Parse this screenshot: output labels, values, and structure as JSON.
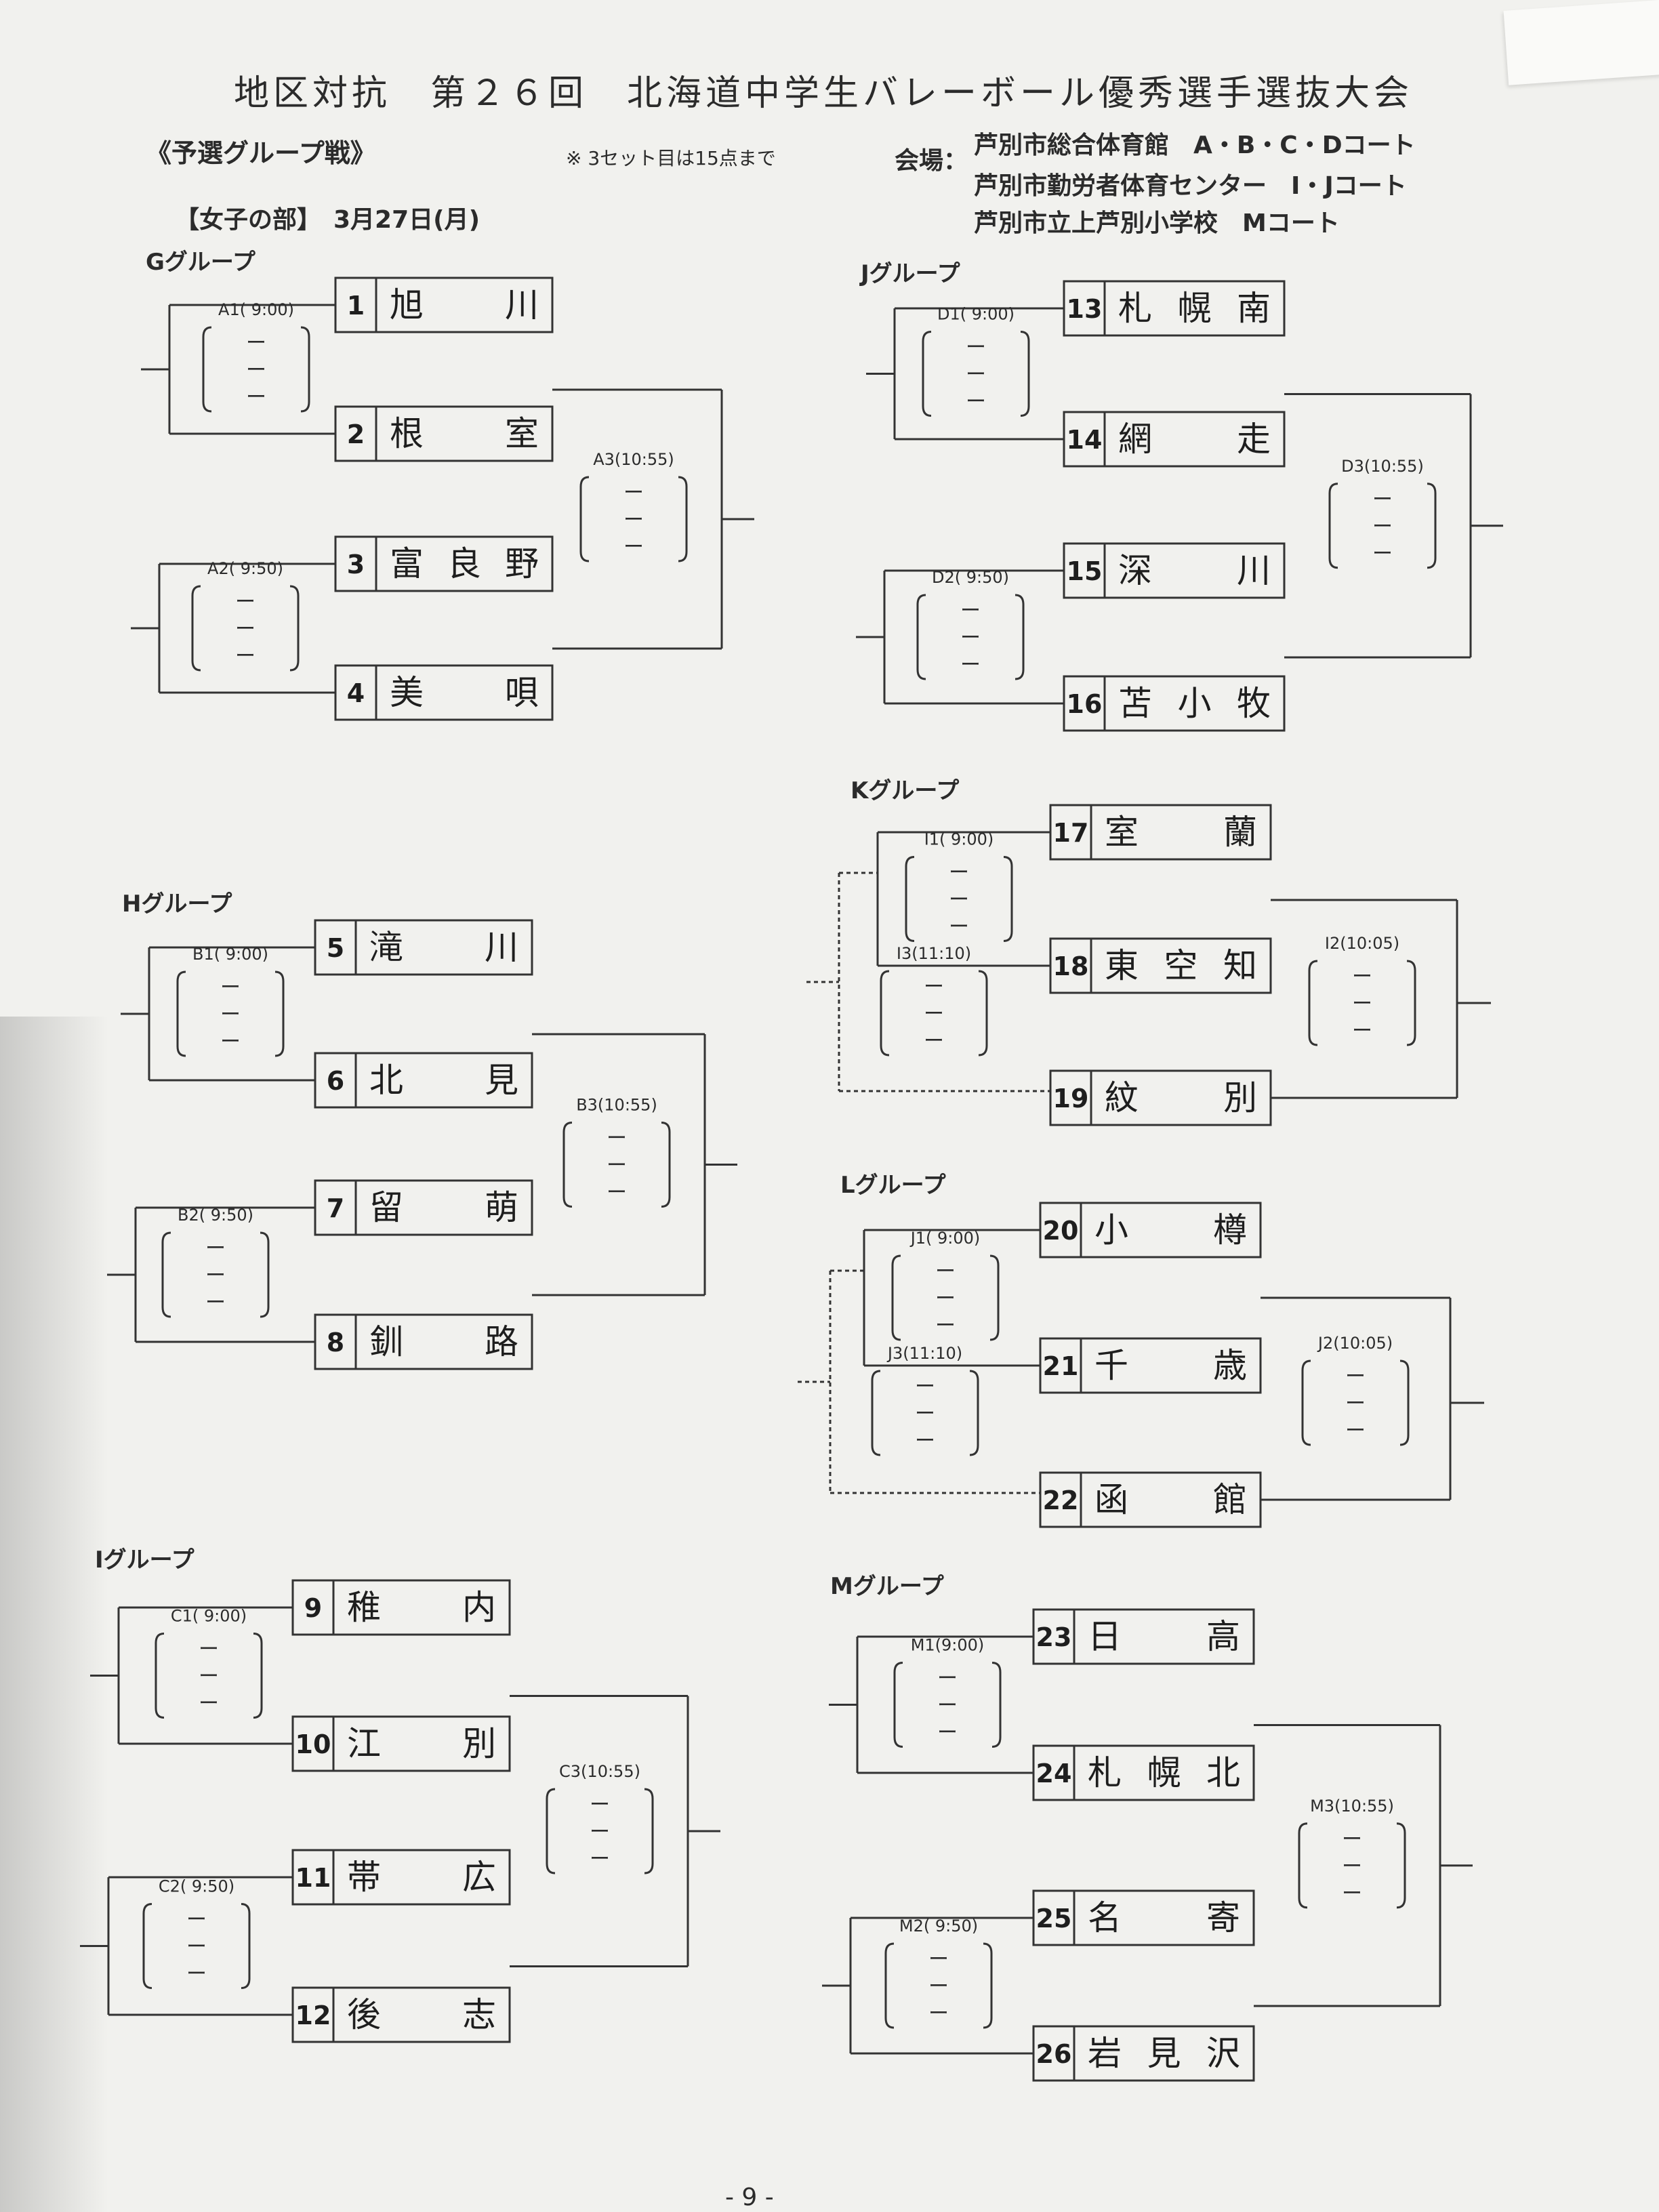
{
  "title": "地区対抗　第２６回　北海道中学生バレーボール優秀選手選抜大会",
  "subtitle": "《予選グループ戦》",
  "note": "※ 3セット目は15点まで",
  "venue": {
    "label": "会場：",
    "lines": [
      "芦別市総合体育館　A・B・C・Dコート",
      "芦別市勤労者体育センター　I・Jコート",
      "芦別市立上芦別小学校　Mコート"
    ]
  },
  "division": "【女子の部】　3月27日(月)",
  "score_mark": "ー",
  "groups": [
    {
      "label": "Gグループ",
      "teams": [
        {
          "no": "1",
          "name": "旭　　川"
        },
        {
          "no": "2",
          "name": "根　　室"
        },
        {
          "no": "3",
          "name": "富良野"
        },
        {
          "no": "4",
          "name": "美　　唄"
        }
      ],
      "matches": [
        "A1( 9:00)",
        "A2( 9:50)",
        "A3(10:55)"
      ]
    },
    {
      "label": "Hグループ",
      "teams": [
        {
          "no": "5",
          "name": "滝　　川"
        },
        {
          "no": "6",
          "name": "北　　見"
        },
        {
          "no": "7",
          "name": "留　　萌"
        },
        {
          "no": "8",
          "name": "釧　　路"
        }
      ],
      "matches": [
        "B1( 9:00)",
        "B2( 9:50)",
        "B3(10:55)"
      ]
    },
    {
      "label": "Iグループ",
      "teams": [
        {
          "no": "9",
          "name": "稚　　内"
        },
        {
          "no": "10",
          "name": "江　　別"
        },
        {
          "no": "11",
          "name": "帯　　広"
        },
        {
          "no": "12",
          "name": "後　　志"
        }
      ],
      "matches": [
        "C1( 9:00)",
        "C2( 9:50)",
        "C3(10:55)"
      ]
    },
    {
      "label": "Jグループ",
      "teams": [
        {
          "no": "13",
          "name": "札幌南"
        },
        {
          "no": "14",
          "name": "網　　走"
        },
        {
          "no": "15",
          "name": "深　　川"
        },
        {
          "no": "16",
          "name": "苫小牧"
        }
      ],
      "matches": [
        "D1( 9:00)",
        "D2( 9:50)",
        "D3(10:55)"
      ]
    },
    {
      "label": "Kグループ",
      "teams": [
        {
          "no": "17",
          "name": "室　　蘭"
        },
        {
          "no": "18",
          "name": "東空知"
        },
        {
          "no": "19",
          "name": "紋　　別"
        }
      ],
      "matches": [
        "I1( 9:00)",
        "I2(10:05)",
        "I3(11:10)"
      ]
    },
    {
      "label": "Lグループ",
      "teams": [
        {
          "no": "20",
          "name": "小　　樽"
        },
        {
          "no": "21",
          "name": "千　　歳"
        },
        {
          "no": "22",
          "name": "函　　館"
        }
      ],
      "matches": [
        "J1( 9:00)",
        "J2(10:05)",
        "J3(11:10)"
      ]
    },
    {
      "label": "Mグループ",
      "teams": [
        {
          "no": "23",
          "name": "日　　高"
        },
        {
          "no": "24",
          "name": "札幌北"
        },
        {
          "no": "25",
          "name": "名　　寄"
        },
        {
          "no": "26",
          "name": "岩見沢"
        }
      ],
      "matches": [
        "M1(9:00)",
        "M2( 9:50)",
        "M3(10:55)"
      ]
    }
  ],
  "page_number": "- 9 -"
}
